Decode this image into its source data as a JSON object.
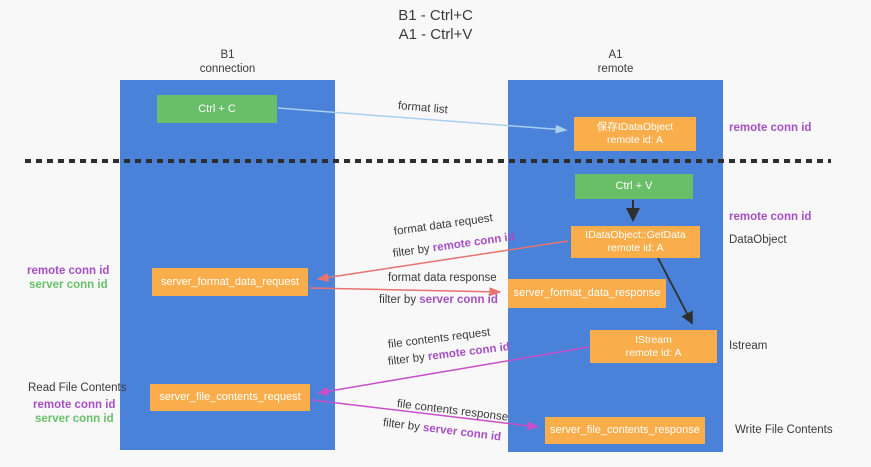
{
  "title": {
    "line1": "B1 - Ctrl+C",
    "line2": "A1 - Ctrl+V"
  },
  "lifelines": {
    "left": {
      "name": "B1",
      "role": "connection"
    },
    "right": {
      "name": "A1",
      "role": "remote"
    }
  },
  "nodes": {
    "ctrl_c": {
      "label": "Ctrl + C"
    },
    "ctrl_v": {
      "label": "Ctrl + V"
    },
    "save_idataobject": {
      "line1": "保存IDataObject",
      "line2": "remote id: A"
    },
    "idataobject_getdata": {
      "line1": "IDataObject::GetData",
      "line2": "remote id: A"
    },
    "istream": {
      "line1": "IStream",
      "line2": "remote id: A"
    },
    "server_format_data_request": {
      "label": "server_format_data_request"
    },
    "server_format_data_response": {
      "label": "server_format_data_response"
    },
    "server_file_contents_request": {
      "label": "server_file_contents_request"
    },
    "server_file_contents_response": {
      "label": "server_file_contents_response"
    }
  },
  "edge_labels": {
    "format_list": "format list",
    "format_data_request": "format data request",
    "format_data_response": "format data response",
    "file_contents_request": "file contents request",
    "file_contents_response": "file contents response",
    "filter_by": "filter by",
    "remote_conn_id": "remote conn id",
    "server_conn_id": "server conn id"
  },
  "side_labels": {
    "right_remote_conn_id_top": "remote conn id",
    "right_remote_conn_id_mid": "remote conn id",
    "dataobject": "DataObject",
    "istream": "Istream",
    "write_file_contents": "Write File Contents",
    "read_file_contents": "Read File Contents",
    "left_remote_conn_id_top": "remote conn id",
    "left_server_conn_id_top": "server conn id",
    "left_remote_conn_id_bottom": "remote conn id",
    "left_server_conn_id_bottom": "server conn id"
  },
  "colors": {
    "background": "#f8f8f9",
    "lifeline_blue": "#4a81d9",
    "box_green": "#68bf68",
    "box_orange": "#f9ae4b",
    "arrow_light_blue": "#a9cfee",
    "arrow_red": "#e8736f",
    "arrow_magenta": "#c750c8",
    "arrow_black": "#2f2f2f",
    "label_purple": "#a64fc3",
    "label_green": "#68c168",
    "text_dark": "#3a3a3a"
  }
}
